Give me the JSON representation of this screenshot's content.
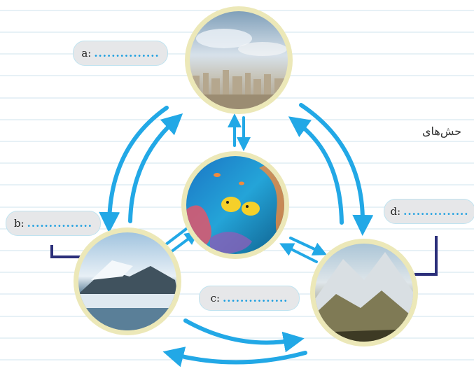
{
  "labels": {
    "a": {
      "prefix": "a:",
      "blank": "..............."
    },
    "b": {
      "prefix": "b:",
      "blank": "..............."
    },
    "c": {
      "prefix": "c:",
      "blank": "..............."
    },
    "d": {
      "prefix": "d:",
      "blank": "..............."
    }
  },
  "side_text": "حش‌های",
  "colors": {
    "arrow": "#22a8e6",
    "connector": "#2b2f7a",
    "ring": "#ece8b8",
    "line": "#cfe3ee"
  },
  "nodes": {
    "top": "atmosphere-photo",
    "center": "hydrosphere-coral-photo",
    "left": "ice-glacier-photo",
    "right": "mountain-lithosphere-photo"
  }
}
